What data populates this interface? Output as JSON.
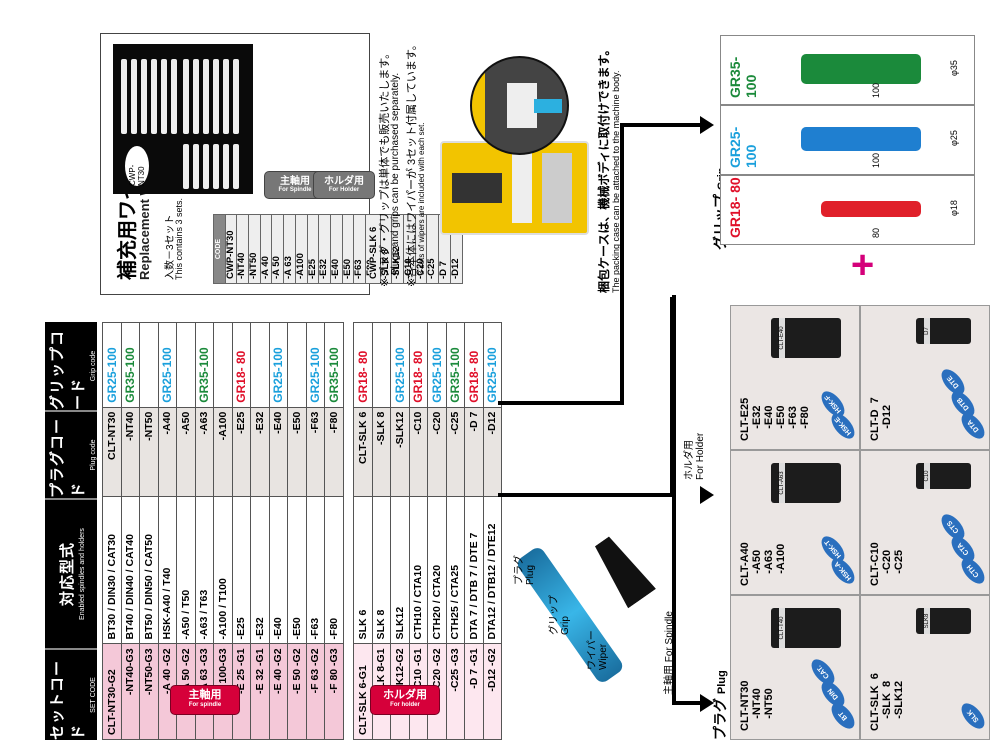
{
  "table": {
    "headers": [
      {
        "jp": "セットコード",
        "en": "SET CODE"
      },
      {
        "jp": "対応型式",
        "en": "Enabled spindles and holders"
      },
      {
        "jp": "プラグコード",
        "en": "Plug code"
      },
      {
        "jp": "グリップコード",
        "en": "Grip code"
      }
    ],
    "spindle_badge": {
      "jp": "主軸用",
      "en": "For spindle"
    },
    "holder_badge": {
      "jp": "ホルダ用",
      "en": "For holder"
    },
    "spindle_rows": [
      {
        "set": "CLT-NT30-G2",
        "enabled": "BT30 / DIN30 / CAT30",
        "plug": "CLT-NT30",
        "grip": "GR25-100",
        "grip_color": "gr25"
      },
      {
        "set": "-NT40-G3",
        "enabled": "BT40 / DIN40 / CAT40",
        "plug": "-NT40",
        "grip": "GR35-100",
        "grip_color": "gr35"
      },
      {
        "set": "-NT50-G3",
        "enabled": "BT50 / DIN50 / CAT50",
        "plug": "-NT50",
        "grip": "",
        "grip_color": ""
      },
      {
        "set": "-A 40  -G2",
        "enabled": "HSK-A40  / T40",
        "plug": "-A40",
        "grip": "GR25-100",
        "grip_color": "gr25"
      },
      {
        "set": "-A 50  -G2",
        "enabled": "-A50  / T50",
        "plug": "-A50",
        "grip": "",
        "grip_color": ""
      },
      {
        "set": "-A 63  -G3",
        "enabled": "-A63  / T63",
        "plug": "-A63",
        "grip": "GR35-100",
        "grip_color": "gr35"
      },
      {
        "set": "-A 100-G3",
        "enabled": "-A100 / T100",
        "plug": "-A100",
        "grip": "",
        "grip_color": ""
      },
      {
        "set": "-E 25  -G1",
        "enabled": "-E25",
        "plug": "-E25",
        "grip": "GR18- 80",
        "grip_color": "gr18"
      },
      {
        "set": "-E 32  -G1",
        "enabled": "-E32",
        "plug": "-E32",
        "grip": "",
        "grip_color": ""
      },
      {
        "set": "-E 40  -G2",
        "enabled": "-E40",
        "plug": "-E40",
        "grip": "GR25-100",
        "grip_color": "gr25"
      },
      {
        "set": "-E 50  -G2",
        "enabled": "-E50",
        "plug": "-E50",
        "grip": "",
        "grip_color": ""
      },
      {
        "set": "-F 63  -G2",
        "enabled": "-F63",
        "plug": "-F63",
        "grip": "GR25-100",
        "grip_color": "gr25"
      },
      {
        "set": "-F 80  -G3",
        "enabled": "-F80",
        "plug": "-F80",
        "grip": "GR35-100",
        "grip_color": "gr35"
      }
    ],
    "holder_rows": [
      {
        "set": "CLT-SLK  6-G1",
        "enabled": "SLK  6",
        "plug": "CLT-SLK 6",
        "grip": "GR18- 80",
        "grip_color": "gr18"
      },
      {
        "set": "-SLK  8-G1",
        "enabled": "SLK  8",
        "plug": "-SLK 8",
        "grip": "",
        "grip_color": ""
      },
      {
        "set": "-SLK12-G2",
        "enabled": "SLK12",
        "plug": "-SLK12",
        "grip": "GR25-100",
        "grip_color": "gr25"
      },
      {
        "set": "-C10   -G1",
        "enabled": "CTH10 / CTA10",
        "plug": "-C10",
        "grip": "GR18- 80",
        "grip_color": "gr18"
      },
      {
        "set": "-C20   -G2",
        "enabled": "CTH20 / CTA20",
        "plug": "-C20",
        "grip": "GR25-100",
        "grip_color": "gr25"
      },
      {
        "set": "-C25   -G3",
        "enabled": "CTH25 / CTA25",
        "plug": "-C25",
        "grip": "GR35-100",
        "grip_color": "gr35"
      },
      {
        "set": "-D 7   -G1",
        "enabled": "DTA  7 / DTB  7 / DTE  7",
        "plug": "-D 7",
        "grip": "GR18- 80",
        "grip_color": "gr18"
      },
      {
        "set": "-D12   -G2",
        "enabled": "DTA12 / DTB12 / DTE12",
        "plug": "-D12",
        "grip": "GR25-100",
        "grip_color": "gr25"
      }
    ]
  },
  "wiper": {
    "title": "補充用ワイパー",
    "title_en": "Replacement Wiper",
    "qty": "入数－3セット",
    "qty_en": "This contains 3 sets.",
    "photo_label": "CWP-NT30",
    "code_header": "CODE",
    "spindle_codes": [
      "CWP-NT30",
      "-NT40",
      "-NT50",
      "-A  40",
      "-A  50",
      "-A  63",
      "-A100",
      "-E25",
      "-E32",
      "-E40",
      "-E50",
      "-F63",
      "-F80"
    ],
    "holder_codes": [
      "CWP-SLK  6",
      "-SLK  8",
      "-SLK12",
      "-C10",
      "-C20",
      "-C25",
      "-D  7",
      "-D12"
    ],
    "spindle_badge": {
      "jp": "主軸用",
      "en": "For Spindle"
    },
    "holder_badge": {
      "jp": "ホルダ用",
      "en": "For Holder"
    }
  },
  "notes": {
    "n1": "※プラグ・グリップは単体でも販売いたします。",
    "n1_en": "Plugs and grips can be purchased separately.",
    "n2": "※各本体にはワイパーが 3セット付属しています。",
    "n2_en": "3 sets of wipers are included with each set.",
    "case": "梱包ケースは、機械ボディに取付けできます。",
    "case_en": "The packing case can be attached to the machine body."
  },
  "diagram": {
    "plug": "プラグ",
    "plug_en": "Plug",
    "grip": "グリップ",
    "grip_en": "Grip",
    "wiper": "ワイパー",
    "wiper_en": "Wiper",
    "for_spindle": "主軸用  For Spindle",
    "for_holder_jp": "ホルダ用",
    "for_holder_en": "For Holder"
  },
  "plug_section": {
    "title_jp": "プラグ",
    "title_en": "Plug",
    "spindle_panels": [
      {
        "codes": "CLT-NT30\n    -NT40\n    -NT50",
        "tags": [
          "BT",
          "DIN",
          "CAT."
        ],
        "img_label": "CLT-T40"
      },
      {
        "codes": "CLT-A40\n    -A50\n    -A63\n    -A100",
        "tags": [
          "HSK-A",
          "HSK-T"
        ],
        "img_label": "CLT-A63"
      },
      {
        "codes": "CLT-E25\n    -E32\n    -E40\n    -E50\n    -F63\n    -F80",
        "tags": [
          "HSK-E",
          "HSK-F"
        ],
        "img_label": "CLT-E40"
      }
    ],
    "holder_panels": [
      {
        "codes": "CLT-SLK  6\n    -SLK  8\n    -SLK12",
        "tags": [
          "SLK"
        ],
        "img_label": "SLK8"
      },
      {
        "codes": "CLT-C10\n    -C20\n    -C25",
        "tags": [
          "CTH",
          "CTA",
          "CTS"
        ],
        "img_label": "C10"
      },
      {
        "codes": "CLT-D  7\n    -D12",
        "tags": [
          "DTA",
          "DTB",
          "DTE"
        ],
        "img_label": "D7"
      }
    ]
  },
  "grip_section": {
    "title_jp": "グリップ",
    "title_en": "Grip",
    "plus": "+",
    "grips": [
      {
        "name": "GR35-100",
        "diameter": "φ35",
        "length": "100",
        "color": "#1b8a3b",
        "label_color": "gr35"
      },
      {
        "name": "GR25-100",
        "diameter": "φ25",
        "length": "100",
        "color": "#1f7fd0",
        "label_color": "gr25"
      },
      {
        "name": "GR18- 80",
        "diameter": "φ18",
        "length": "80",
        "color": "#e0202a",
        "label_color": "gr18"
      }
    ]
  }
}
